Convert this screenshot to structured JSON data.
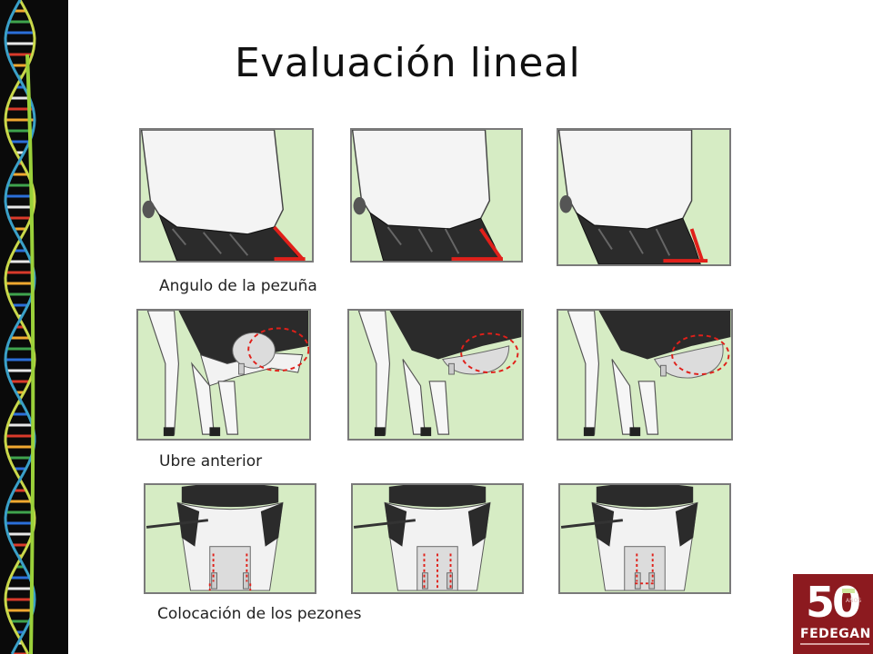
{
  "slide": {
    "title": "Evaluación lineal"
  },
  "sections": [
    {
      "caption": "Angulo de la pezuña",
      "illustration": "hoof-angle",
      "panels": 3
    },
    {
      "caption": "Ubre anterior",
      "illustration": "fore-udder",
      "panels": 3
    },
    {
      "caption": "Colocación de los pezones",
      "illustration": "teat-placement",
      "panels": 3
    }
  ],
  "logo": {
    "number": "50",
    "sub": "AÑOS",
    "name": "FEDEGAN"
  },
  "colors": {
    "panel_bg": "#d6ecc4",
    "marker_red": "#e0201a",
    "logo_bg": "#8c1a1f",
    "dna_bg": "#0a0a0a"
  }
}
